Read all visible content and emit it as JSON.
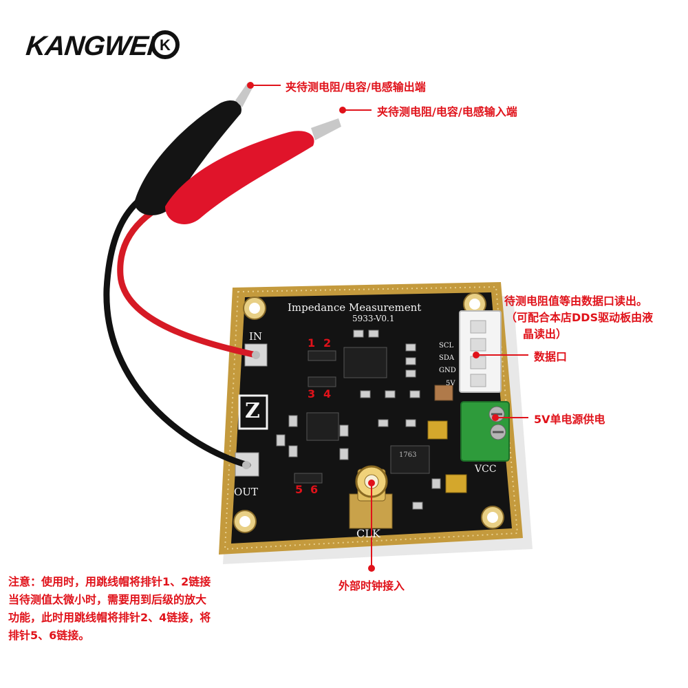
{
  "logo": {
    "text": "KANGWEI",
    "mark": "K"
  },
  "labels": {
    "output_clip": "夹待测电阻/电容/电感输出端",
    "input_clip": "夹待测电阻/电容/电感输入端",
    "data_port_desc_line1": "待测电阻值等由数据口读出。",
    "data_port_desc_line2": "（可配合本店DDS驱动板由液",
    "data_port_desc_line3": "晶读出）",
    "data_port": "数据口",
    "power": "5V单电源供电",
    "clock": "外部时钟接入"
  },
  "note": {
    "line1": "注意：使用时，用跳线帽将排针1、2链接",
    "line2": "当待测值太微小时，需要用到后级的放大",
    "line3": "功能，此时用跳线帽将排针2、4链接，将",
    "line4": "排针5、6链接。"
  },
  "board": {
    "title": "Impedance Measurement",
    "version": "5933-V0.1",
    "in_label": "IN",
    "out_label": "OUT",
    "z_label": "Z",
    "clk_label": "CLK",
    "vcc_label": "VCC",
    "scl": "SCL",
    "sda": "SDA",
    "gnd": "GND",
    "five_v": "5V",
    "chip_text": "1763"
  },
  "pins": {
    "p1": "1",
    "p2": "2",
    "p3": "3",
    "p4": "4",
    "p5": "5",
    "p6": "6"
  },
  "colors": {
    "accent": "#e0121a",
    "board": "#121212",
    "gold": "#c9a24a"
  }
}
